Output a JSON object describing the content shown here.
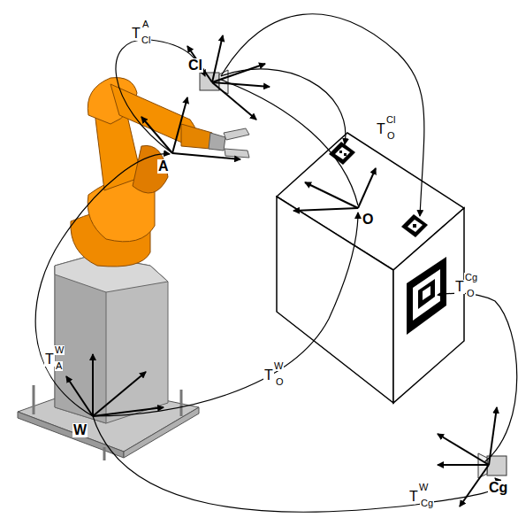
{
  "diagram": {
    "labels": [
      "T",
      "A",
      "Cl",
      "Cl",
      "T",
      "Cl",
      "O",
      "A",
      "O",
      "T",
      "W",
      "A",
      "T",
      "W",
      "O",
      "T",
      "Cg",
      "O",
      "W",
      "Cg",
      "T",
      "W",
      "Cg"
    ]
  }
}
